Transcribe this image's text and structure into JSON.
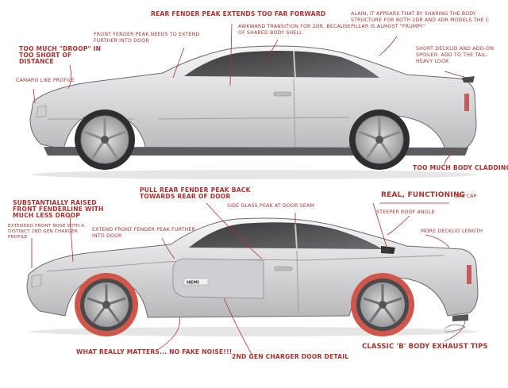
{
  "top_annotations": {
    "rear_fender": "Rear fender peak extends too far forward",
    "front_fender": "Front fender peak needs to extend further into door",
    "droop": "Too much \"droop\" in too short of distance",
    "camaro": "Camaro like profile",
    "awkward": "Awkward transition for 2dr. because of shared body shell",
    "alain": "Alain, it appears that by sharing the body structure for both 2dr and 4dr models the C pillar is almost \"frumpy\"",
    "deck": "Short decklid and add-on spoiler. Add to the tail-heavy look",
    "cladding": "Too much body cladding"
  },
  "bottom_annotations": {
    "raised_front": "Substantially raised front fenderline with much less droop",
    "extended_nose": "Extended front nose with a distinct 2nd gen Charger profile",
    "extend_front": "Extend front fender peak further into door",
    "pull_rear": "Pull rear fender peak back towards rear of door",
    "side_glass": "Side glass peak at door seam",
    "real_gas": "Real, Functioning",
    "gas_cap": "gas cap",
    "roof": "Steeper roof angle",
    "deck_length": "More decklid length",
    "really": "What REALLY matters... no fake noise!!!",
    "door_detail": "2nd Gen Charger door detail",
    "exhaust": "Classic 'B' Body exhaust tips"
  },
  "badge": "HEMI",
  "colors": {
    "ink": "#a8322e",
    "body": "#e6e6e8",
    "wheel_red": "#d0554a"
  }
}
